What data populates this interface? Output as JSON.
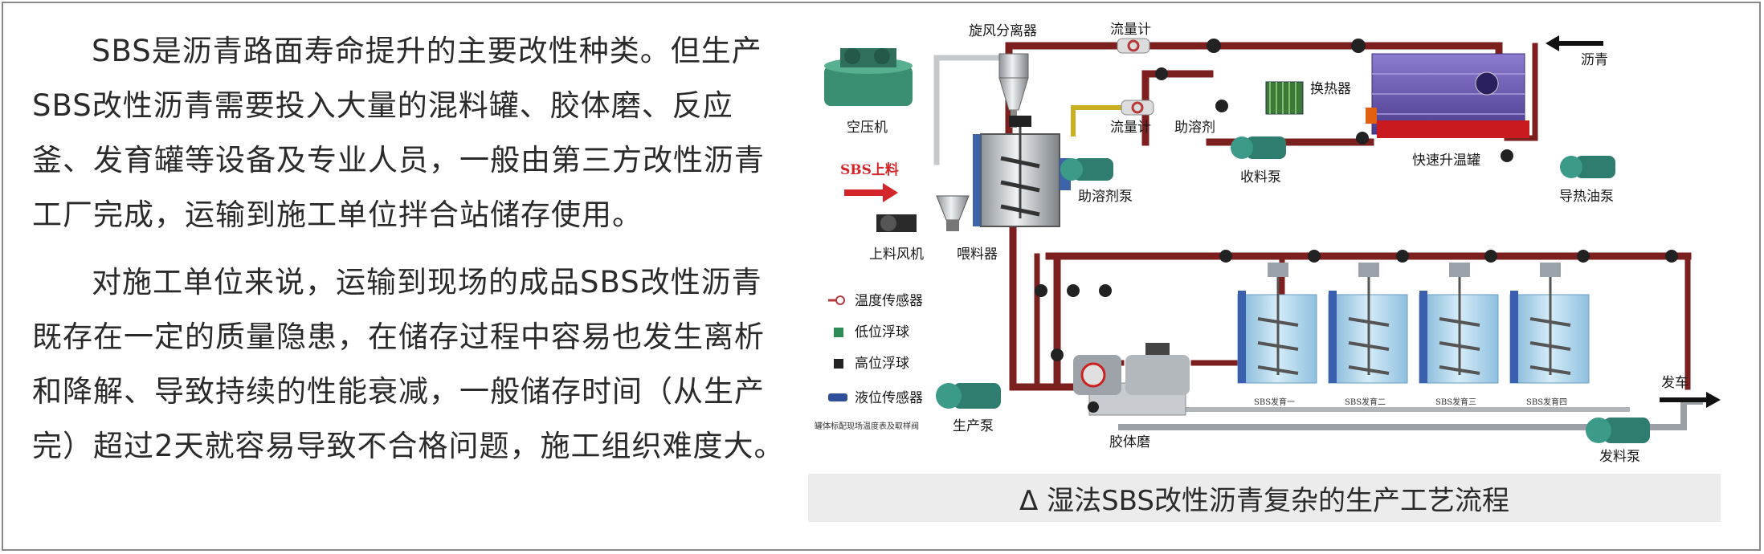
{
  "paragraphs": [
    "SBS是沥青路面寿命提升的主要改性种类。但生产SBS改性沥青需要投入大量的混料罐、胶体磨、反应釜、发育罐等设备及专业人员，一般由第三方改性沥青工厂完成，运输到施工单位拌合站储存使用。",
    "对施工单位来说，运输到现场的成品SBS改性沥青既存在一定的质量隐患，在储存过程中容易也发生离析和降解、导致持续的性能衰减，一般储存时间（从生产完）超过2天就容易导致不合格问题，施工组织难度大。"
  ],
  "caption": "Δ 湿法SBS改性沥青复杂的生产工艺流程",
  "diagram": {
    "labels": {
      "cyclone": "旋风分离器",
      "flowmeter_top": "流量计",
      "asphalt_in": "沥青",
      "compressor": "空压机",
      "flowmeter_mid": "流量计",
      "additive": "助溶剂",
      "heat_exchanger": "换热器",
      "sbs_feed": "SBS上料",
      "additive_pump": "助溶剂泵",
      "collect_pump": "收料泵",
      "fast_heat_tank": "快速升温罐",
      "oil_pump": "导热油泵",
      "feed_fan": "上料风机",
      "hopper": "喂料器",
      "prod_pump": "生产泵",
      "colloid_mill": "胶体磨",
      "dispatch_pump": "发料泵",
      "to_truck": "发车",
      "tank1": "SBS发育一",
      "tank2": "SBS发育二",
      "tank3": "SBS发育三",
      "tank4": "SBS发育四",
      "note": "罐体标配现场温度表及取样阀"
    },
    "legend": [
      {
        "label": "温度传感器",
        "icon": "temp-sensor"
      },
      {
        "label": "低位浮球",
        "icon": "low-float"
      },
      {
        "label": "高位浮球",
        "icon": "high-float"
      },
      {
        "label": "液位传感器",
        "icon": "level-sensor"
      }
    ],
    "colors": {
      "pipe": "#7b1f1f",
      "pipe_inner": "#b24a4a",
      "tank_blue": "#b9dcef",
      "furnace": "#6a55b0",
      "pump": "#2e7d6f",
      "arrow_red": "#d4262a"
    }
  }
}
